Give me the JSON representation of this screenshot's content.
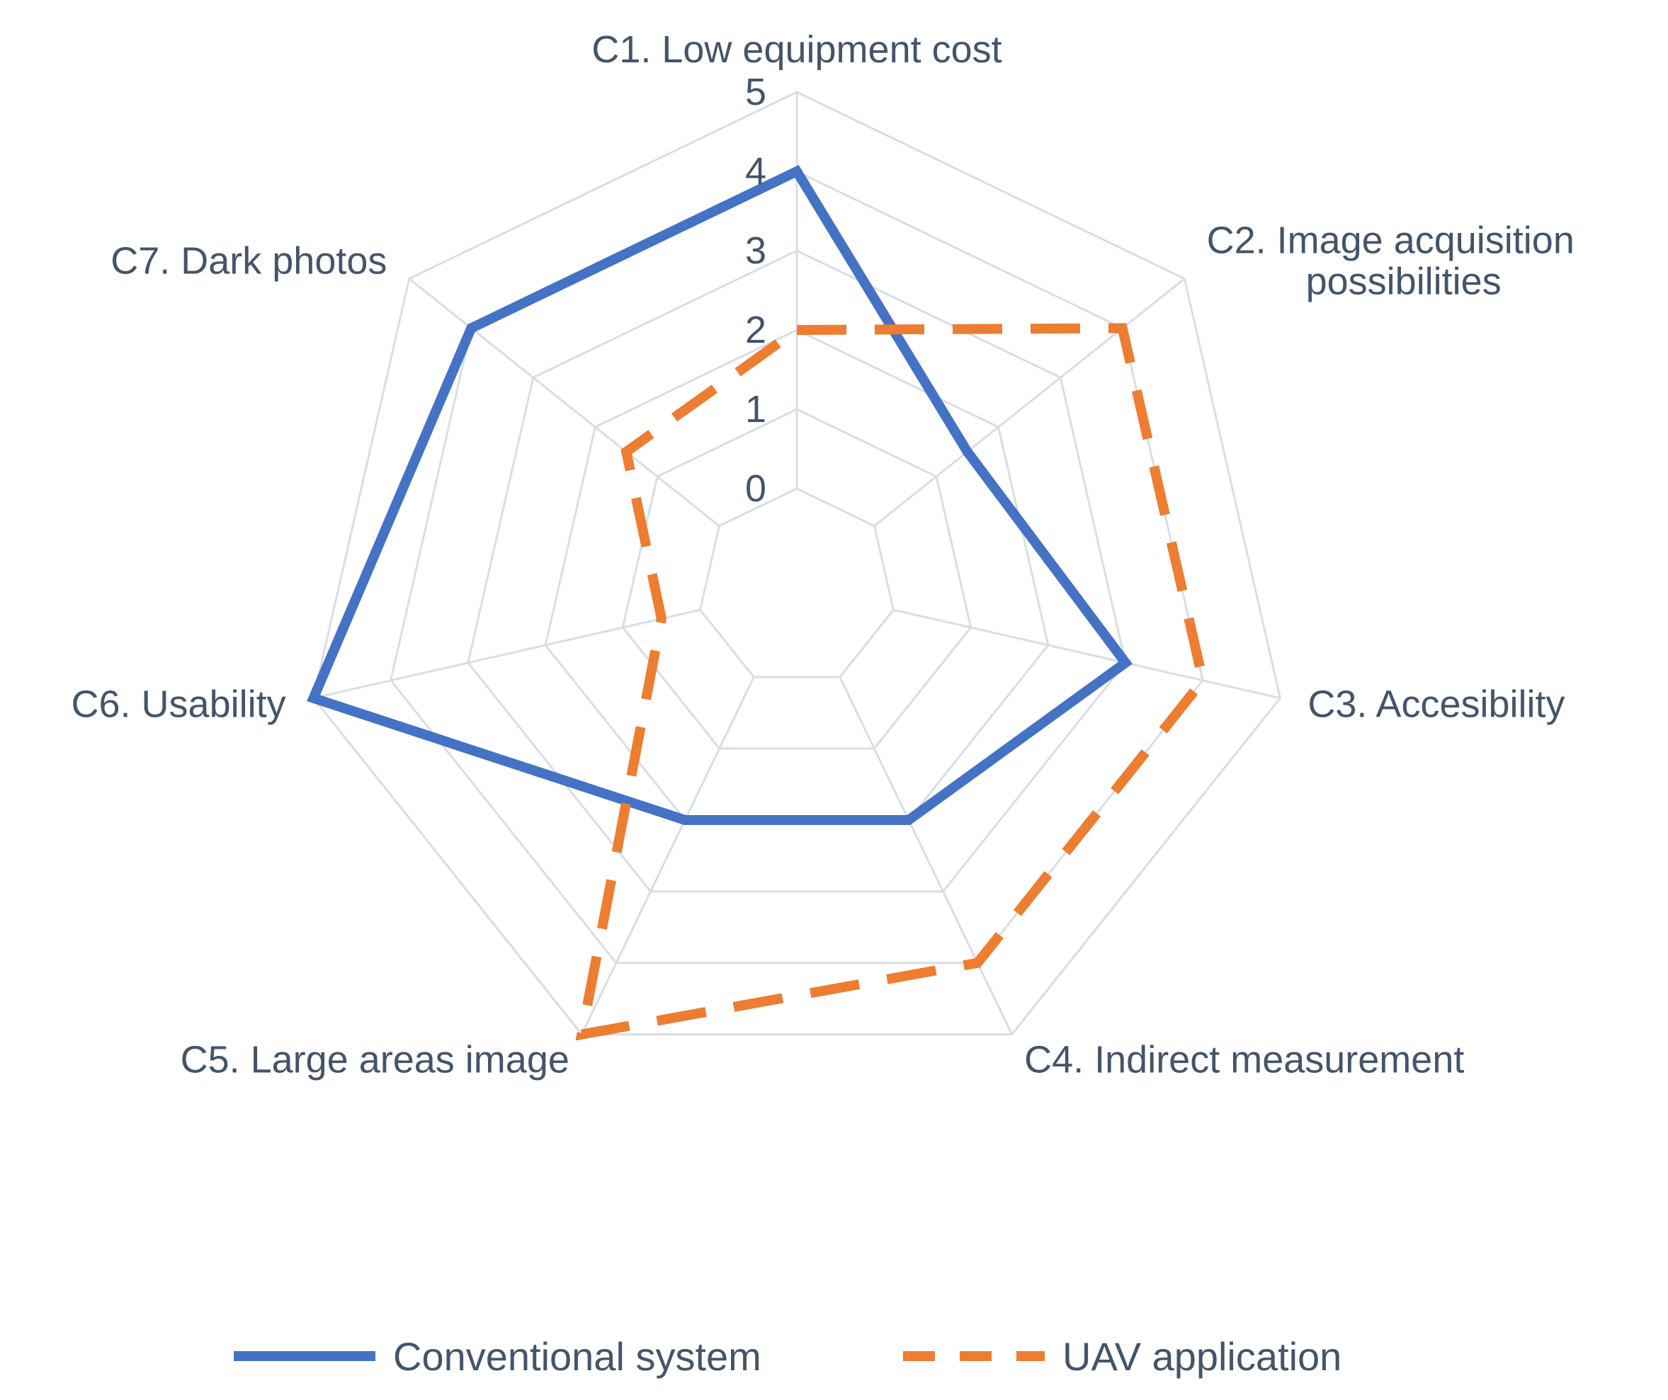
{
  "chart_data": {
    "type": "radar",
    "categories": [
      [
        "C1. Low equipment cost"
      ],
      [
        "C2. Image acquisition",
        "possibilities"
      ],
      [
        "C3. Accesibility"
      ],
      [
        "C4. Indirect measurement"
      ],
      [
        "C5. Large areas image"
      ],
      [
        "C6. Usability"
      ],
      [
        "C7. Dark photos"
      ]
    ],
    "rlim": [
      0,
      5
    ],
    "ticks": [
      "0",
      "1",
      "2",
      "3",
      "4",
      "5"
    ],
    "grid": true,
    "legend": "bottom",
    "series": [
      {
        "name": "Conventional system",
        "values": [
          4,
          1.5,
          3,
          2,
          2,
          5,
          4
        ],
        "color": "#4472c4",
        "dash": "solid"
      },
      {
        "name": "UAV application",
        "values": [
          2,
          4,
          4,
          4,
          5,
          0.5,
          1.5
        ],
        "color": "#ed7d31",
        "dash": "dashed"
      }
    ]
  }
}
